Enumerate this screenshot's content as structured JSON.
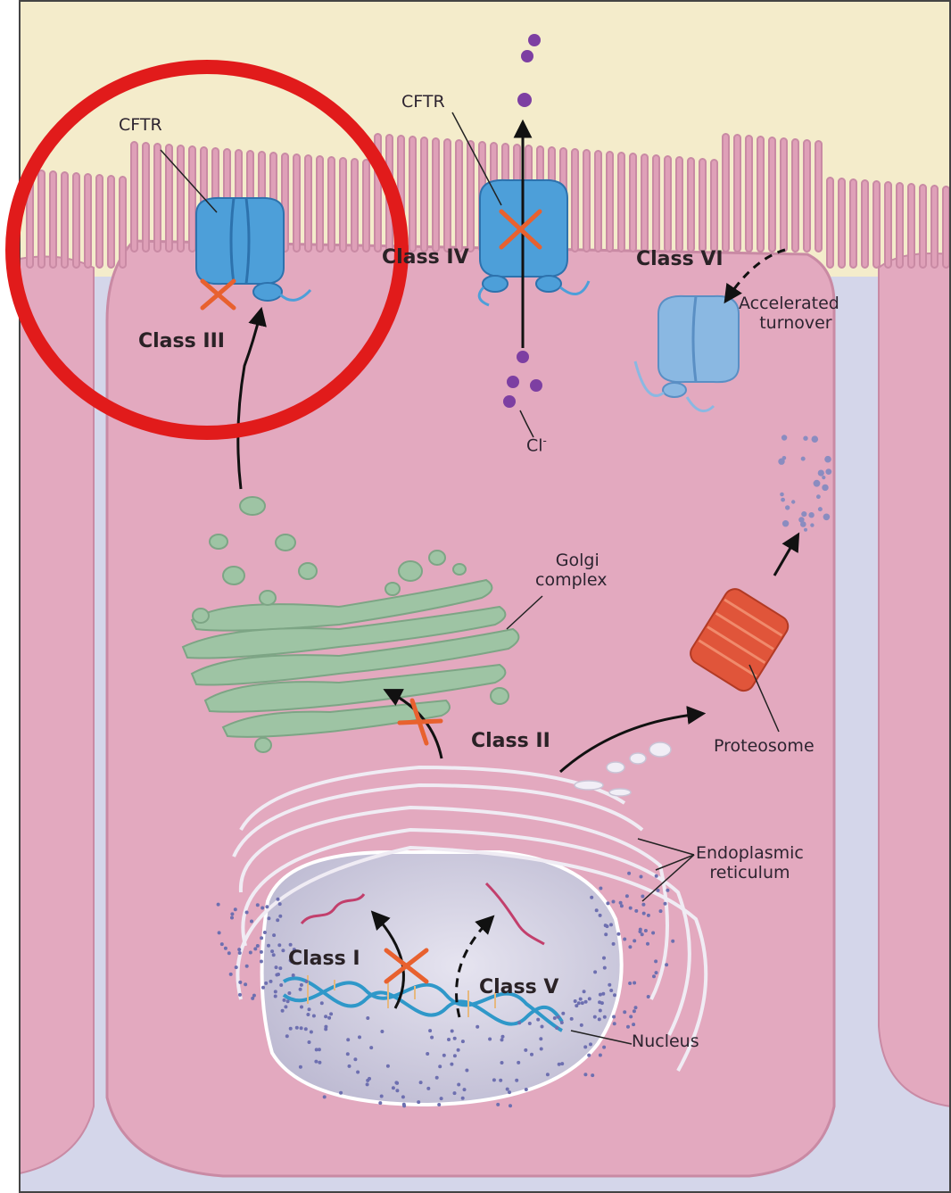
{
  "labels": {
    "cftr_left": "CFTR",
    "cftr_middle": "CFTR",
    "class_i": "Class I",
    "class_ii": "Class II",
    "class_iii": "Class III",
    "class_iv": "Class IV",
    "class_v": "Class V",
    "class_vi": "Class VI",
    "accelerated": "Accelerated",
    "turnover": "turnover",
    "chloride": "Cl",
    "chloride_charge": "-",
    "golgi_line1": "Golgi",
    "golgi_line2": "complex",
    "proteosome": "Proteosome",
    "er_line1": "Endoplasmic",
    "er_line2": "reticulum",
    "nucleus": "Nucleus"
  },
  "colors": {
    "cytoplasm": "#e3a9bf",
    "lumen": "#f4eccb",
    "basal": "#d4d6ea",
    "cftr": "#4d9fd9",
    "cftr_faded": "#8ab8e2",
    "golgi": "#9ec4a4",
    "proteosome": "#e0553a",
    "chloride": "#7d3fa2",
    "block_mark": "#e8612f",
    "highlight_circle": "#e11b1b",
    "nucleus": "#c9c7dc",
    "dna": "#2f98c9"
  }
}
